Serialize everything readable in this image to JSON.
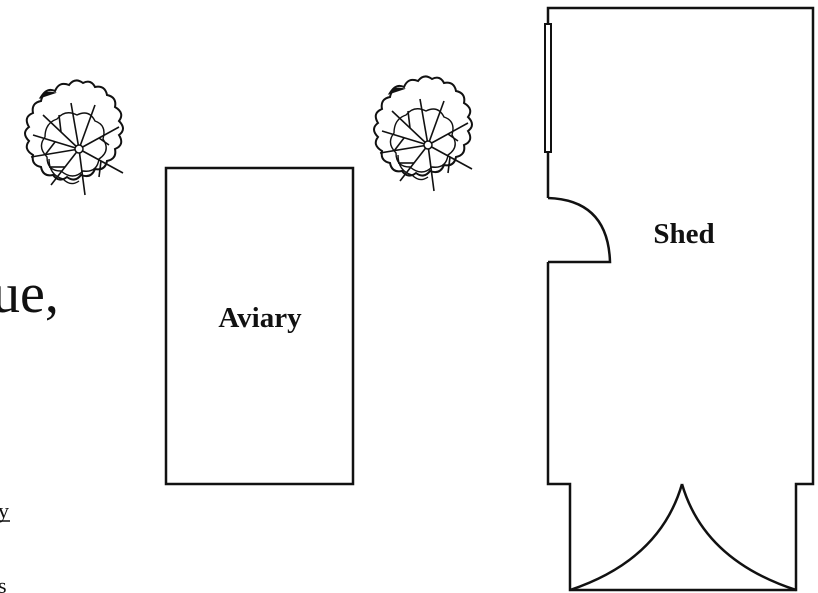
{
  "labels": {
    "aviary": "Aviary",
    "shed": "Shed"
  },
  "cropped_text": {
    "main": "ue,",
    "underlined": "y",
    "bottom": "s"
  },
  "icons": [
    "tree-icon",
    "tree-icon"
  ],
  "colors": {
    "line": "#111111",
    "background": "#ffffff"
  }
}
